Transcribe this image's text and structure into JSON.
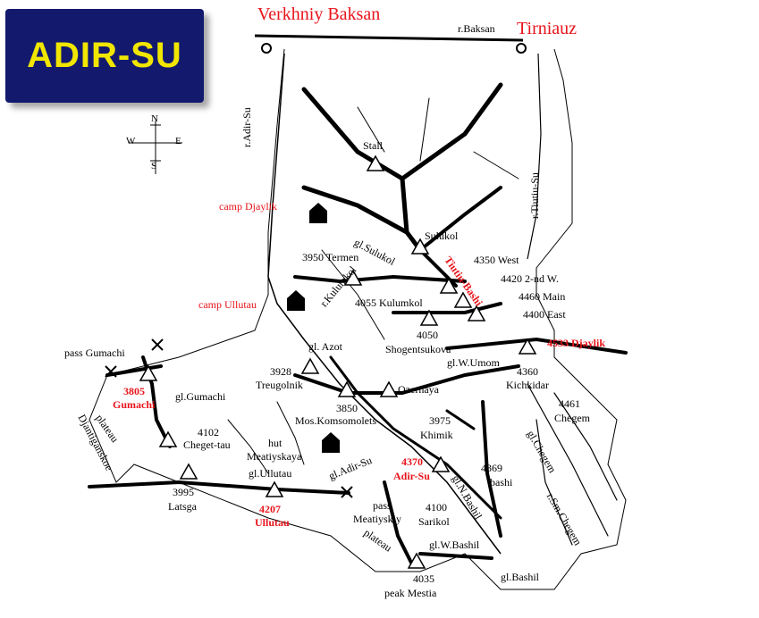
{
  "banner": {
    "title": "ADIR-SU"
  },
  "compass": {
    "n": "N",
    "s": "S",
    "e": "E",
    "w": "W"
  },
  "towns": {
    "left": "Verkhniy Baksan",
    "right": "Tirniauz"
  },
  "rivers": {
    "baksan": "r.Baksan",
    "adir_su": "r.Adir-Su",
    "tiutiu_su": "r.Tiutiu-Su",
    "kulumkol": "r.Kulumkol",
    "sm_chegem": "r.Sm.Chegem"
  },
  "camps": {
    "djaylik": "camp Djaylik",
    "ullutau": "camp Ullutau"
  },
  "labels": {
    "stall": "Stall",
    "sulukol": "Sulukol",
    "gl_sulukol": "gl.Sulukol",
    "termen": "3950 Termen",
    "tiutiu_bashi": "Tiutiu-Bashi",
    "tb_west": "4350 West",
    "tb_2nd_w": "4420 2-nd W.",
    "tb_main": "4460 Main",
    "tb_east": "4400 East",
    "kulumkol": "4055 Kulumkol",
    "shogentsukova_h": "4050",
    "shogentsukova": "Shogentsukova",
    "djaylik": "4533 Djaylik",
    "gl_w_umom": "gl.W.Umom",
    "kichkidar_h": "4360",
    "kichkidar": "Kichkidar",
    "gl_azot": "gl. Azot",
    "treugolnik_h": "3928",
    "treugolnik": "Treugolnik",
    "komsomolets_h": "3850",
    "komsomolets": "Mos.Komsomolets",
    "ozernaya": "Ozernaya",
    "chegem_h": "4461",
    "chegem": "Chegem",
    "pass_gumachi": "pass Gumachi",
    "gumachi_h": "3805",
    "gumachi": "Gumachi",
    "gl_gumachi": "gl.Gumachi",
    "plateau": "plateau",
    "djantiganskoe": "Djantiganskoe",
    "cheget_tau_h": "4102",
    "cheget_tau": "Cheget-tau",
    "hut": "hut",
    "meatiyskaya": "Meatiyskaya",
    "gl_ullutau": "gl.Ullutau",
    "gl_adir_su": "gl.Adir-Su",
    "khimik_h": "3975",
    "khimik": "Khimik",
    "adir_su_h": "4370",
    "adir_su": "Adir-Su",
    "bashi_h": "4369",
    "bashi": "bashi",
    "gl_chegem": "gl.Chegem",
    "latsga_h": "3995",
    "latsga": "Latsga",
    "ullutau_h": "4207",
    "ullutau": "Ullutau",
    "pass_meatiyskiy_1": "pass",
    "pass_meatiyskiy_2": "Meatiyskiy",
    "sarikol_h": "4100",
    "sarikol": "Sarikol",
    "gl_n_bashil": "gl.N.Bashil",
    "plateau2": "plateau",
    "gl_w_bashil": "gl.W.Bashil",
    "mestia_h": "4035",
    "mestia": "peak Mestia",
    "gl_bashil": "gl.Bashil"
  },
  "colors": {
    "banner_bg": "#131a6e",
    "banner_text": "#f1e600",
    "red": "#e8141b",
    "ink": "#000000"
  }
}
